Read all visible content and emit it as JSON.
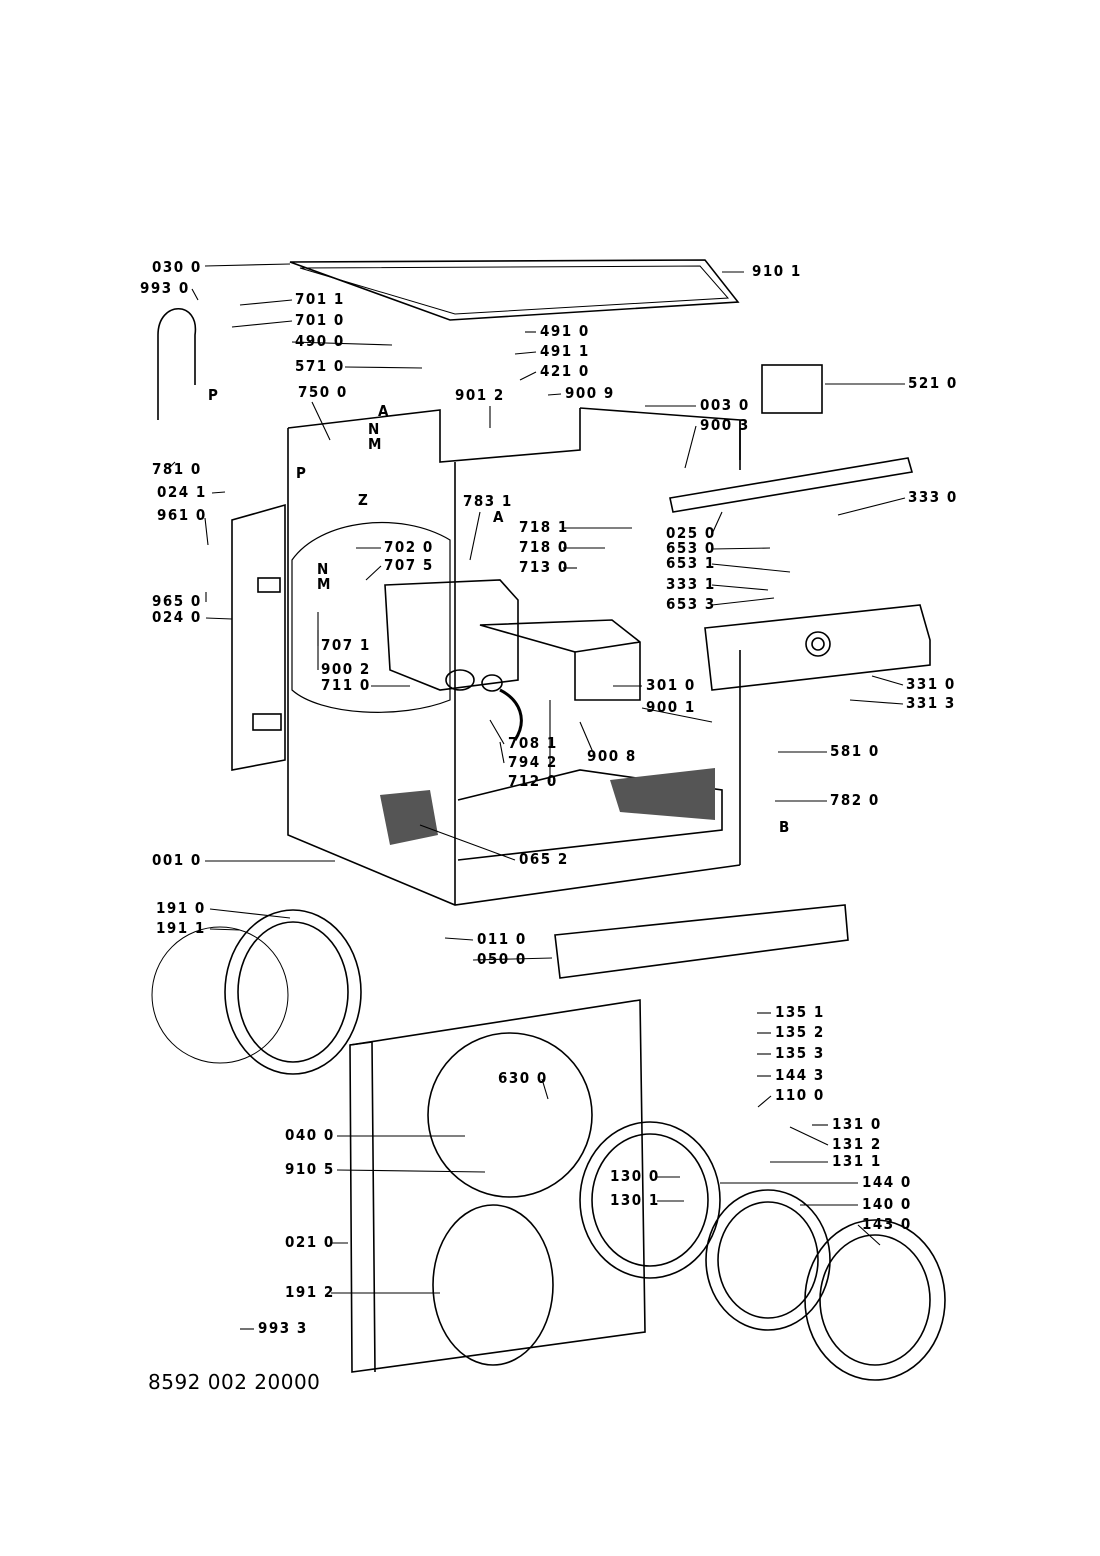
{
  "diagram_code": "8592 002 20000",
  "parts": [
    "030 0",
    "993 0",
    "701 1",
    "701 0",
    "490 0",
    "571 0",
    "750 0",
    "781 0",
    "024 1",
    "961 0",
    "965 0",
    "024 0",
    "910 1",
    "491 0",
    "491 1",
    "421 0",
    "900 9",
    "901 2",
    "003 0",
    "900 3",
    "521 0",
    "333 0",
    "025 0",
    "653 0",
    "653 1",
    "333 1",
    "653 3",
    "783 1",
    "718 1",
    "718 0",
    "713 0",
    "702 0",
    "707 5",
    "707 1",
    "900 2",
    "711 0",
    "301 0",
    "900 1",
    "331 0",
    "331 3",
    "581 0",
    "782 0",
    "708 1",
    "794 2",
    "712 0",
    "900 8",
    "001 0",
    "065 2",
    "191 0",
    "191 1",
    "011 0",
    "050 0",
    "135 1",
    "135 2",
    "135 3",
    "144 3",
    "110 0",
    "131 0",
    "131 2",
    "131 1",
    "630 0",
    "040 0",
    "910 5",
    "130 0",
    "130 1",
    "144 0",
    "140 0",
    "143 0",
    "021 0",
    "191 2",
    "993 3"
  ],
  "markers": [
    "P",
    "P",
    "A",
    "A",
    "N",
    "M",
    "N",
    "M",
    "Z",
    "B"
  ]
}
